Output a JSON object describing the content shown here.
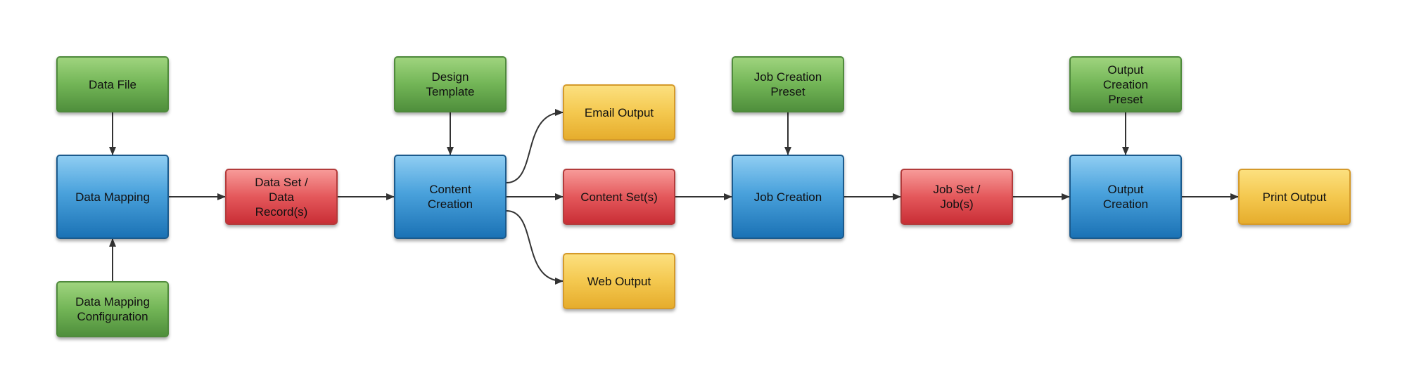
{
  "diagram": {
    "nodes": {
      "data_file": "Data File",
      "data_mapping": "Data Mapping",
      "data_mapping_config": "Data Mapping\nConfiguration",
      "data_set": "Data Set /\nData\nRecord(s)",
      "design_template": "Design\nTemplate",
      "content_creation": "Content\nCreation",
      "email_output": "Email Output",
      "content_sets": "Content Set(s)",
      "web_output": "Web Output",
      "job_creation_preset": "Job Creation\nPreset",
      "job_creation": "Job Creation",
      "job_set": "Job Set /\nJob(s)",
      "output_creation_preset": "Output\nCreation\nPreset",
      "output_creation": "Output\nCreation",
      "print_output": "Print Output"
    },
    "colors": {
      "input": "#72b556",
      "process": "#4aa2dc",
      "intermediate": "#e4585b",
      "output": "#f4c84f",
      "connector": "#333333"
    },
    "edges": [
      {
        "from": "data_file",
        "to": "data_mapping"
      },
      {
        "from": "data_mapping_config",
        "to": "data_mapping"
      },
      {
        "from": "data_mapping",
        "to": "data_set"
      },
      {
        "from": "data_set",
        "to": "content_creation"
      },
      {
        "from": "design_template",
        "to": "content_creation"
      },
      {
        "from": "content_creation",
        "to": "email_output"
      },
      {
        "from": "content_creation",
        "to": "content_sets"
      },
      {
        "from": "content_creation",
        "to": "web_output"
      },
      {
        "from": "content_sets",
        "to": "job_creation"
      },
      {
        "from": "job_creation_preset",
        "to": "job_creation"
      },
      {
        "from": "job_creation",
        "to": "job_set"
      },
      {
        "from": "job_set",
        "to": "output_creation"
      },
      {
        "from": "output_creation_preset",
        "to": "output_creation"
      },
      {
        "from": "output_creation",
        "to": "print_output"
      }
    ]
  }
}
